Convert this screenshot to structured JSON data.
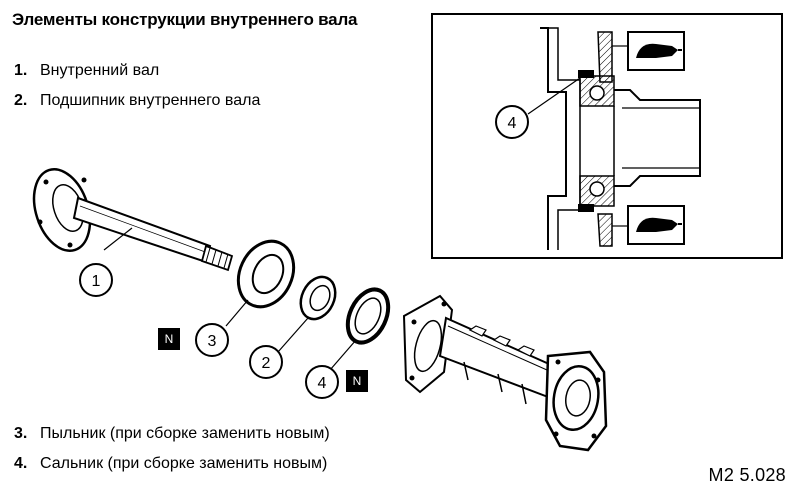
{
  "title": "Элементы конструкции внутреннего вала",
  "legend_top": [
    {
      "num": "1.",
      "text": "Внутренний вал"
    },
    {
      "num": "2.",
      "text": "Подшипник внутреннего вала"
    }
  ],
  "legend_bottom": [
    {
      "num": "3.",
      "text": "Пыльник (при сборке заменить новым)"
    },
    {
      "num": "4.",
      "text": "Сальник (при сборке заменить новым)"
    }
  ],
  "callouts": {
    "shaft": "1",
    "bearing": "2",
    "dust_boot": "3",
    "seal": "4",
    "inset_seal": "4"
  },
  "badges": {
    "replace_new_1": "N",
    "replace_new_2": "N"
  },
  "figure_code": "M2 5.028"
}
